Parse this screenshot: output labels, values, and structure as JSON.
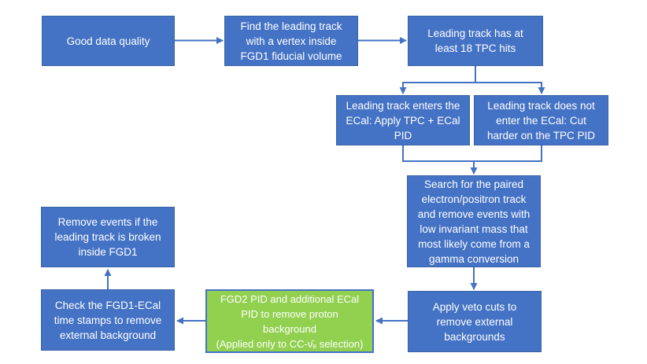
{
  "colors": {
    "box_fill": "#4472C4",
    "box_border": "#3A62A5",
    "green_fill": "#92D050",
    "green_border": "#4472C4",
    "arrow": "#4472C4",
    "text": "#ffffff"
  },
  "boxes": [
    {
      "id": "good-data-quality",
      "style": "blue",
      "text": "Good data quality"
    },
    {
      "id": "find-leading-track",
      "style": "blue",
      "text": "Find the leading track\nwith a vertex inside\nFGD1 fiducial volume"
    },
    {
      "id": "tpc-hits",
      "style": "blue",
      "text": "Leading track has at\nleast 18 TPC hits"
    },
    {
      "id": "enters-ecal",
      "style": "blue",
      "text": "Leading track enters the\nECal: Apply TPC + ECal\nPID"
    },
    {
      "id": "not-enter-ecal",
      "style": "blue",
      "text": "Leading track does not\nenter the ECal: Cut\nharder on the TPC PID"
    },
    {
      "id": "paired-search",
      "style": "blue",
      "text": "Search for the paired\nelectron/positron track\nand remove events with\nlow invariant mass that\nmost likely come from a\ngamma conversion"
    },
    {
      "id": "veto-cuts",
      "style": "blue",
      "text": "Apply veto cuts to\nremove external\nbackgrounds"
    },
    {
      "id": "fgd2-pid",
      "style": "green",
      "text": "FGD2 PID and additional ECal\nPID to remove proton\nbackground\n(Applied only to CC-ν̄ₑ selection)"
    },
    {
      "id": "time-stamps",
      "style": "blue",
      "text": "Check the FGD1-ECal\ntime stamps to remove\nexternal background"
    },
    {
      "id": "broken-track",
      "style": "blue",
      "text": "Remove events if the\nleading track is broken\ninside FGD1"
    }
  ],
  "edges": [
    {
      "from": "good-data-quality",
      "to": "find-leading-track"
    },
    {
      "from": "find-leading-track",
      "to": "tpc-hits"
    },
    {
      "from": "tpc-hits",
      "to": "enters-ecal"
    },
    {
      "from": "tpc-hits",
      "to": "not-enter-ecal"
    },
    {
      "from": "enters-ecal",
      "to": "paired-search"
    },
    {
      "from": "not-enter-ecal",
      "to": "paired-search"
    },
    {
      "from": "paired-search",
      "to": "veto-cuts"
    },
    {
      "from": "veto-cuts",
      "to": "fgd2-pid"
    },
    {
      "from": "fgd2-pid",
      "to": "time-stamps"
    },
    {
      "from": "time-stamps",
      "to": "broken-track"
    }
  ]
}
